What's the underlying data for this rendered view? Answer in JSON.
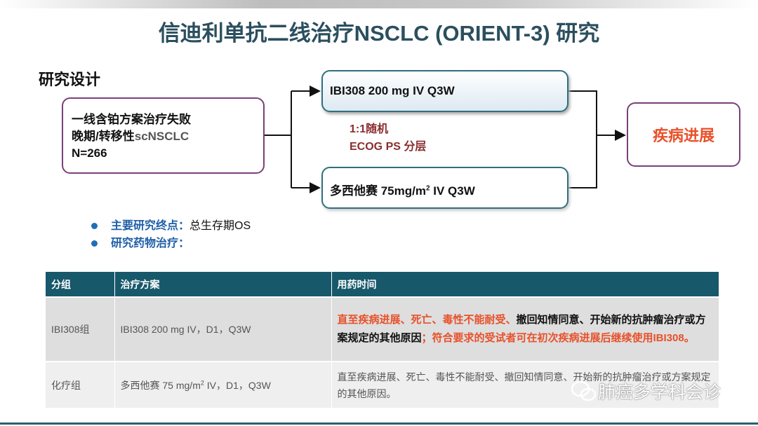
{
  "title": "信迪利单抗二线治疗NSCLC (ORIENT-3) 研究",
  "section": "研究设计",
  "population": {
    "line1": "一线含铂方案治疗失败",
    "line2a": "晚期/转移性",
    "line2b": "scNSCLC",
    "line3": "N=266"
  },
  "arm_a": "IBI308 200 mg IV Q3W",
  "arm_b": {
    "pre": "多西他赛 75mg/m",
    "sup": "2",
    "post": " IV Q3W"
  },
  "randomization": {
    "line1": "1:1随机",
    "line2": "ECOG PS 分层"
  },
  "outcome": "疾病进展",
  "bullets": [
    {
      "label": "主要研究终点：",
      "value": "总生存期OS"
    },
    {
      "label": "研究药物治疗：",
      "value": ""
    }
  ],
  "table": {
    "headers": [
      "分组",
      "治疗方案",
      "用药时间"
    ],
    "rows": [
      {
        "group": "IBI308组",
        "regimen": "IBI308 200 mg  IV，D1，Q3W",
        "time_red1": "直至疾病进展、死亡、毒性不能耐受、",
        "time_black": "撤回知情同意、开始新的抗肿瘤治疗或方案规定的其他原因",
        "time_red2": "；符合要求的受试者可在初次疾病进展后继续使用IBI308。"
      },
      {
        "group": "化疗组",
        "regimen_pre": "多西他赛 75 mg/m",
        "regimen_sup": "2",
        "regimen_post": "  IV，D1，Q3W",
        "time": "直至疾病进展、死亡、毒性不能耐受、撤回知情同意、开始新的抗肿瘤治疗或方案规定的其他原因。"
      }
    ]
  },
  "watermark": "肺癌多学科会诊"
}
